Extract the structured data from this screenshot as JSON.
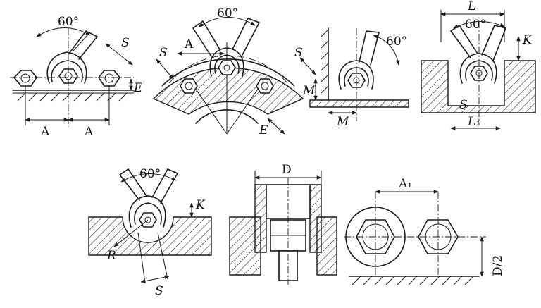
{
  "labels": {
    "angle": "60°",
    "S": "S",
    "E": "E",
    "A": "A",
    "M": "M",
    "L": "L",
    "L1": "L₁",
    "K": "K",
    "R": "R",
    "D": "D",
    "A1": "A₁",
    "D2": "D/2"
  },
  "colors": {
    "ink": "#1a1a1a",
    "paper": "#ffffff"
  }
}
